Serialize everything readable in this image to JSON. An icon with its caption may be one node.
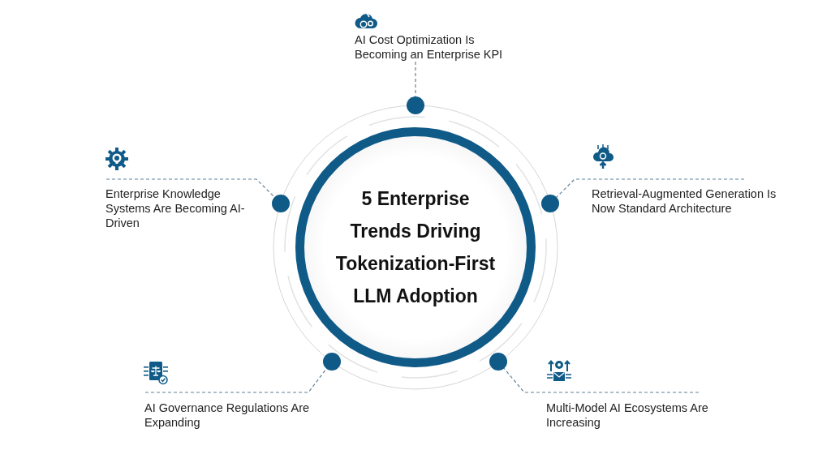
{
  "diagram": {
    "nodes": [
      {
        "text": [
          "5 Enterprise Trends Driving Tokenization-First LLM Adoption"
        ]
      },
      {
        "text": [
          "AI Cost Optimization Is Becoming an Enterprise KPI"
        ]
      },
      {
        "text": [],
        "shape": "circle"
      },
      {
        "text": [
          "Enterprise Knowledge Systems Are Becoming AI-Driven"
        ]
      },
      {
        "text": [],
        "shape": "circle"
      },
      {
        "text": [
          "Retrieval-Augmented Generation Is Now Standard Architecture"
        ]
      },
      {
        "text": [],
        "shape": "circle"
      },
      {
        "text": [
          "AI Governance Regulations Are Expanding"
        ]
      },
      {
        "text": [],
        "shape": "circle"
      },
      {
        "text": [
          "Multi-Model AI Ecosystems Are Increasing"
        ]
      },
      {
        "text": [],
        "shape": "circle"
      }
    ],
    "edges": [
      {
        "from": 1,
        "to": 2,
        "arrow": "none",
        "style": "dashed"
      },
      {
        "from": 3,
        "to": 4,
        "arrow": "none",
        "style": "dashed"
      },
      {
        "from": 5,
        "to": 6,
        "arrow": "none",
        "style": "dashed"
      },
      {
        "from": 7,
        "to": 8,
        "arrow": "none",
        "style": "dashed"
      },
      {
        "from": 9,
        "to": 10,
        "arrow": "none",
        "style": "dashed"
      }
    ]
  }
}
